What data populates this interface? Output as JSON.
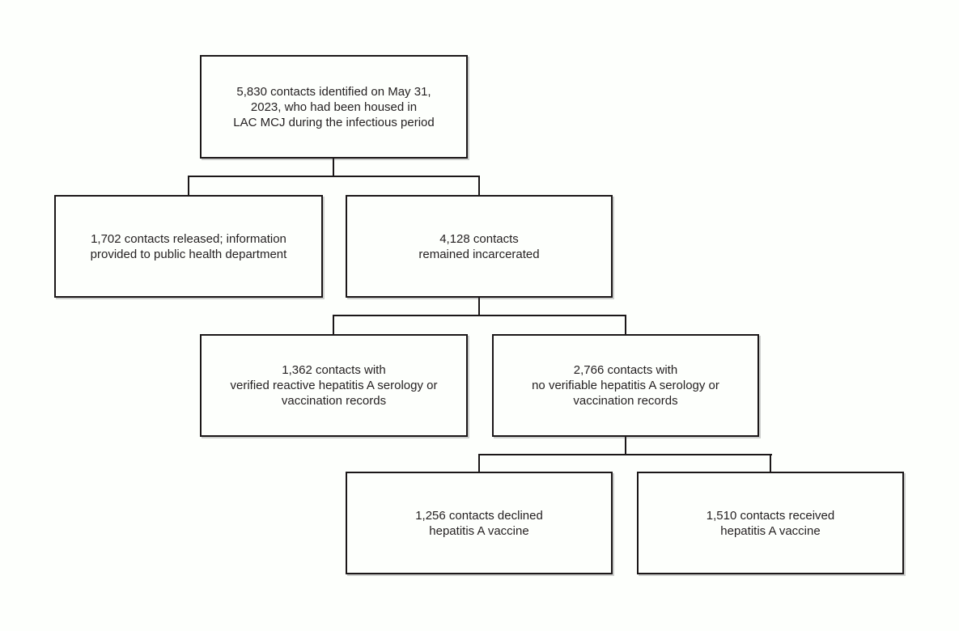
{
  "figure": {
    "type": "flowchart",
    "background_color": "#fdfffc",
    "line_color": "#1b1718",
    "text_color": "#231f20",
    "nodes": {
      "total": {
        "lines": [
          "5,830 contacts identified on May 31,",
          "2023, who had been housed in",
          "LAC MCJ during the infectious period"
        ]
      },
      "released": {
        "lines": [
          "1,702 contacts released; information",
          "provided to public health department"
        ]
      },
      "incarcerated": {
        "lines": [
          "4,128 contacts",
          "remained incarcerated"
        ]
      },
      "verified": {
        "lines": [
          "1,362 contacts with",
          "verified reactive hepatitis A serology or",
          "vaccination records"
        ]
      },
      "no_records": {
        "lines": [
          "2,766 contacts with",
          "no verifiable hepatitis A serology or",
          "vaccination records"
        ]
      },
      "declined": {
        "lines": [
          "1,256 contacts declined",
          "hepatitis A vaccine"
        ]
      },
      "received": {
        "lines": [
          "1,510 contacts received",
          "hepatitis A vaccine"
        ]
      }
    },
    "edges": [
      {
        "from": "total",
        "to": "released"
      },
      {
        "from": "total",
        "to": "incarcerated"
      },
      {
        "from": "incarcerated",
        "to": "verified"
      },
      {
        "from": "incarcerated",
        "to": "no_records"
      },
      {
        "from": "no_records",
        "to": "declined"
      },
      {
        "from": "no_records",
        "to": "received"
      }
    ]
  }
}
